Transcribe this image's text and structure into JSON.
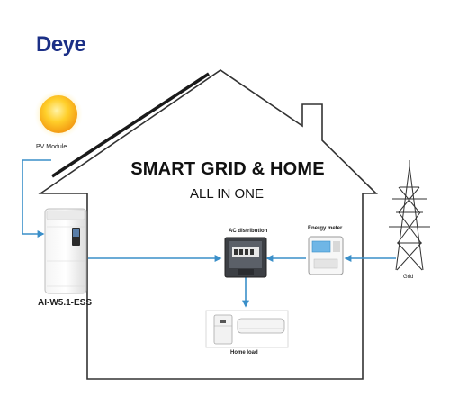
{
  "brand": {
    "logo_text": "Deye",
    "logo_color": "#1b2f86",
    "logo_accent": "#d9262b"
  },
  "heading": {
    "title": "SMART GRID &  HOME",
    "subtitle": "ALL IN ONE"
  },
  "components": {
    "pv_module": {
      "label": "PV Module",
      "icon": "sun-icon"
    },
    "storage": {
      "label": "AI-W5.1-ESS",
      "icon": "battery-inverter-icon"
    },
    "ac_distribution": {
      "label": "AC distribution",
      "icon": "distribution-box-icon"
    },
    "energy_meter": {
      "label": "Energy meter",
      "icon": "meter-icon"
    },
    "grid": {
      "label": "Grid",
      "icon": "power-tower-icon"
    },
    "home_load": {
      "label": "Home load",
      "icon": "appliances-icon"
    }
  },
  "colors": {
    "flow_line": "#3a8fc9",
    "house_outline": "#333333",
    "panel": "#1a1a1a"
  }
}
